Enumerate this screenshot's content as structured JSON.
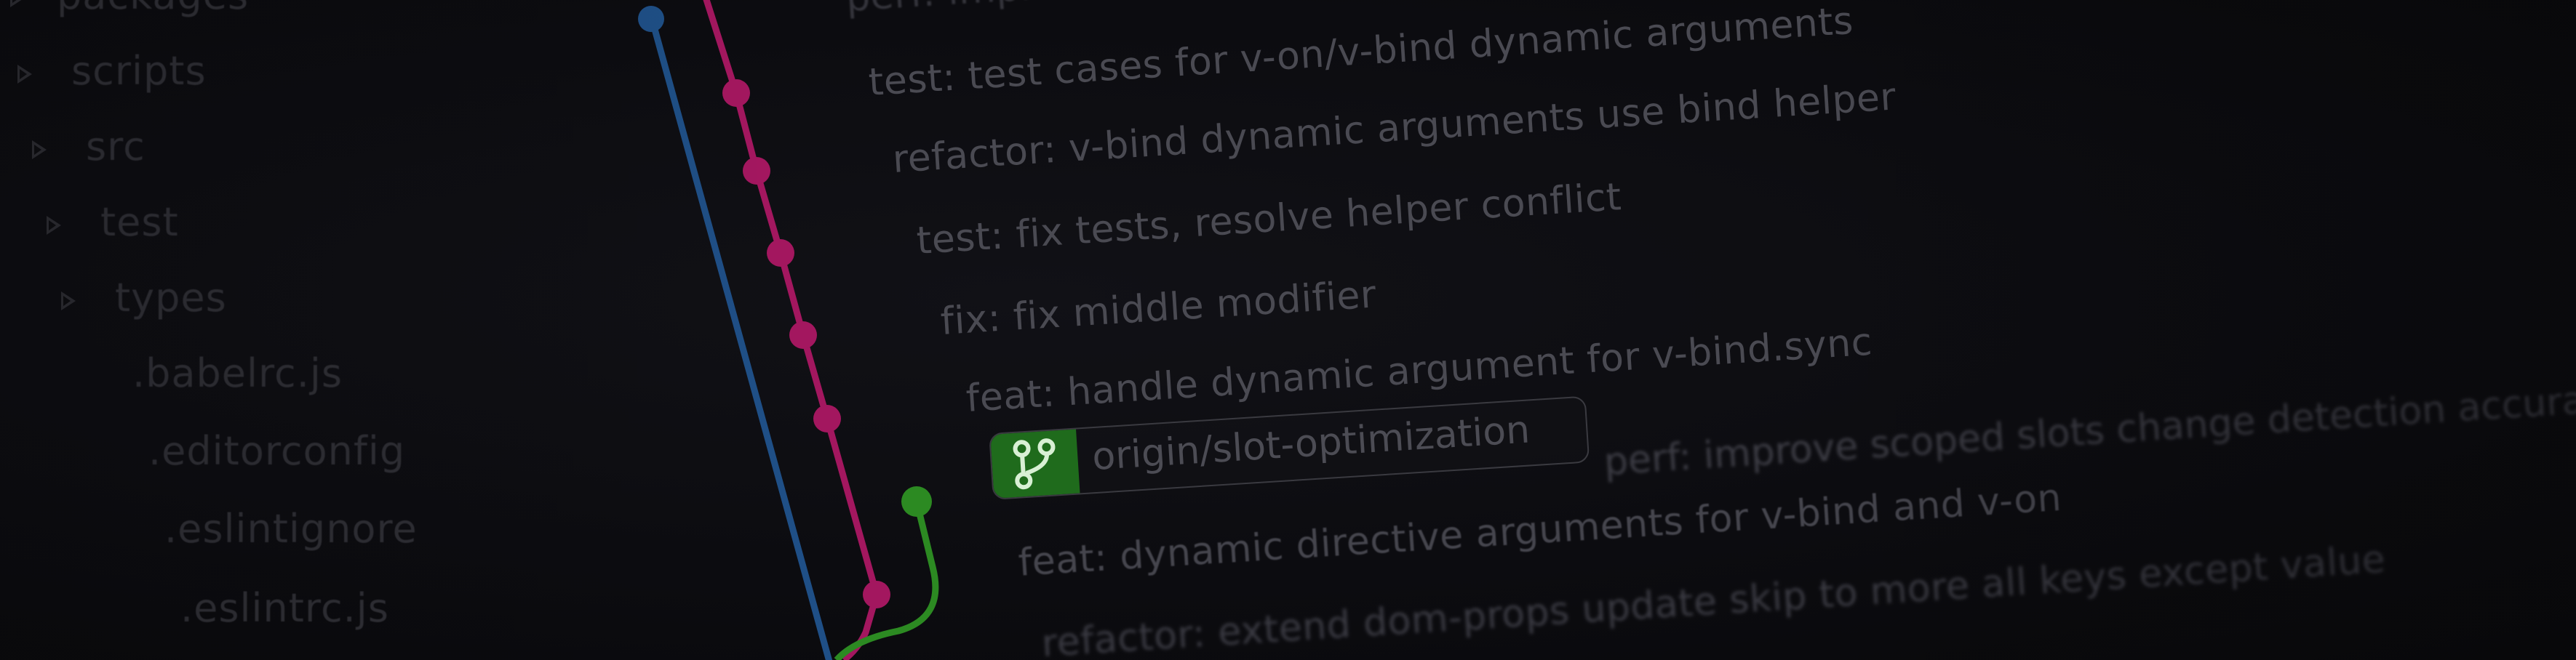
{
  "file_tree": {
    "items": [
      {
        "label": "packages",
        "folder": true
      },
      {
        "label": "scripts",
        "folder": true
      },
      {
        "label": "src",
        "folder": true
      },
      {
        "label": "test",
        "folder": true
      },
      {
        "label": "types",
        "folder": true
      },
      {
        "label": ".babelrc.js",
        "folder": false
      },
      {
        "label": ".editorconfig",
        "folder": false
      },
      {
        "label": ".eslintignore",
        "folder": false
      },
      {
        "label": ".eslintrc.js",
        "folder": false
      }
    ]
  },
  "git_graph": {
    "lane_colors": {
      "blue": "#1f4f86",
      "magenta": "#a3175f",
      "green": "#2c8a22"
    }
  },
  "commits": {
    "items": [
      {
        "message": "perf: improve scoped slots change"
      },
      {
        "message": "test: test cases for v-on/v-bind dynamic arguments"
      },
      {
        "message": "refactor: v-bind dynamic arguments use bind helper"
      },
      {
        "message": "test: fix tests, resolve helper conflict"
      },
      {
        "message": "fix: fix middle modifier"
      },
      {
        "message": "feat: handle dynamic argument for v-bind.sync"
      },
      {
        "message": "perf: improve scoped slots change detection accuracy"
      },
      {
        "message": "feat: dynamic directive arguments for v-bind and v-on"
      },
      {
        "message": "refactor: extend dom-props update skip to more all keys except value"
      }
    ],
    "branch_badge": {
      "label": "origin/slot-optimization",
      "icon": "git-branch-icon",
      "color": "#1f6b1c"
    }
  }
}
